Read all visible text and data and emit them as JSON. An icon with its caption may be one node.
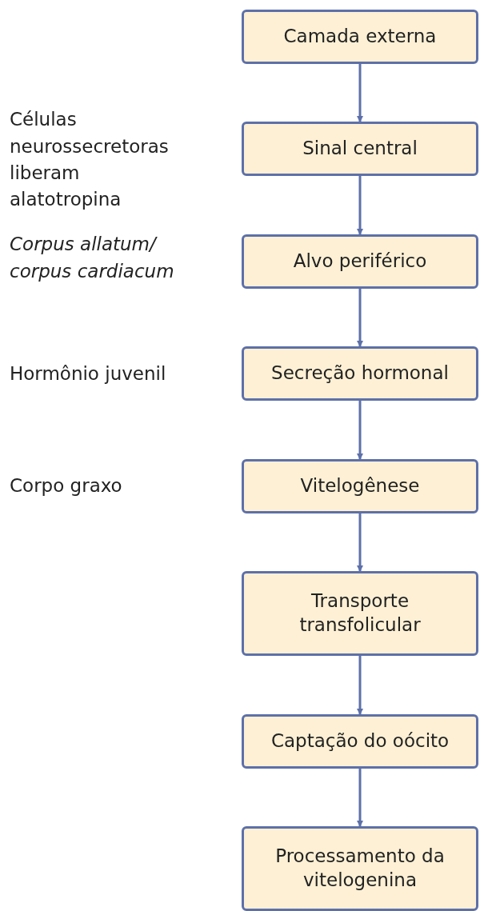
{
  "diagram": {
    "nodes": [
      {
        "text": [
          "Camada externa"
        ]
      },
      {
        "text": [
          "Sinal central"
        ]
      },
      {
        "text": [
          "Alvo periférico"
        ]
      },
      {
        "text": [
          "Secreção hormonal"
        ]
      },
      {
        "text": [
          "Vitelogênese"
        ]
      },
      {
        "text": [
          "Transporte transfolicular"
        ]
      },
      {
        "text": [
          "Captação do oócito"
        ]
      },
      {
        "text": [
          "Processamento da vitelogenina"
        ]
      }
    ],
    "edges": [
      {
        "from": 0,
        "to": 1,
        "arrow": "to"
      },
      {
        "from": 1,
        "to": 2,
        "arrow": "to"
      },
      {
        "from": 2,
        "to": 3,
        "arrow": "to"
      },
      {
        "from": 3,
        "to": 4,
        "arrow": "to"
      },
      {
        "from": 4,
        "to": 5,
        "arrow": "to"
      },
      {
        "from": 5,
        "to": 6,
        "arrow": "to"
      },
      {
        "from": 6,
        "to": 7,
        "arrow": "to"
      }
    ],
    "labels": [
      "Células neurossecretoras liberam alatotropina",
      "*Corpus allatum/ corpus cardiacum*",
      "Hormônio juvenil",
      "Corpo graxo"
    ]
  }
}
